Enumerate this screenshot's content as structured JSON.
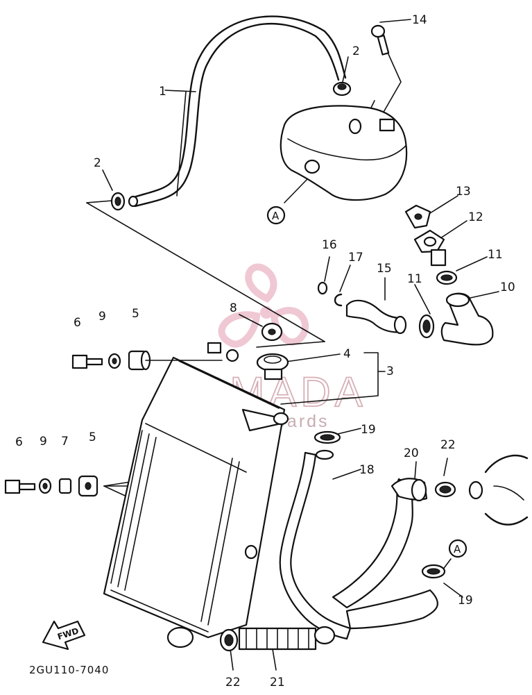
{
  "diagram": {
    "code": "2GU110-7040",
    "fwd_label": "FWD",
    "reference_marker": "A",
    "part_numbers": [
      "1",
      "2",
      "2",
      "3",
      "4",
      "5",
      "5",
      "6",
      "6",
      "7",
      "8",
      "9",
      "9",
      "10",
      "11",
      "11",
      "12",
      "13",
      "14",
      "15",
      "16",
      "17",
      "18",
      "19",
      "19",
      "20",
      "21",
      "22",
      "22"
    ]
  },
  "watermark": {
    "brand": "ARMADA",
    "tagline": "marine outboards",
    "color": "#d9a3ad"
  }
}
